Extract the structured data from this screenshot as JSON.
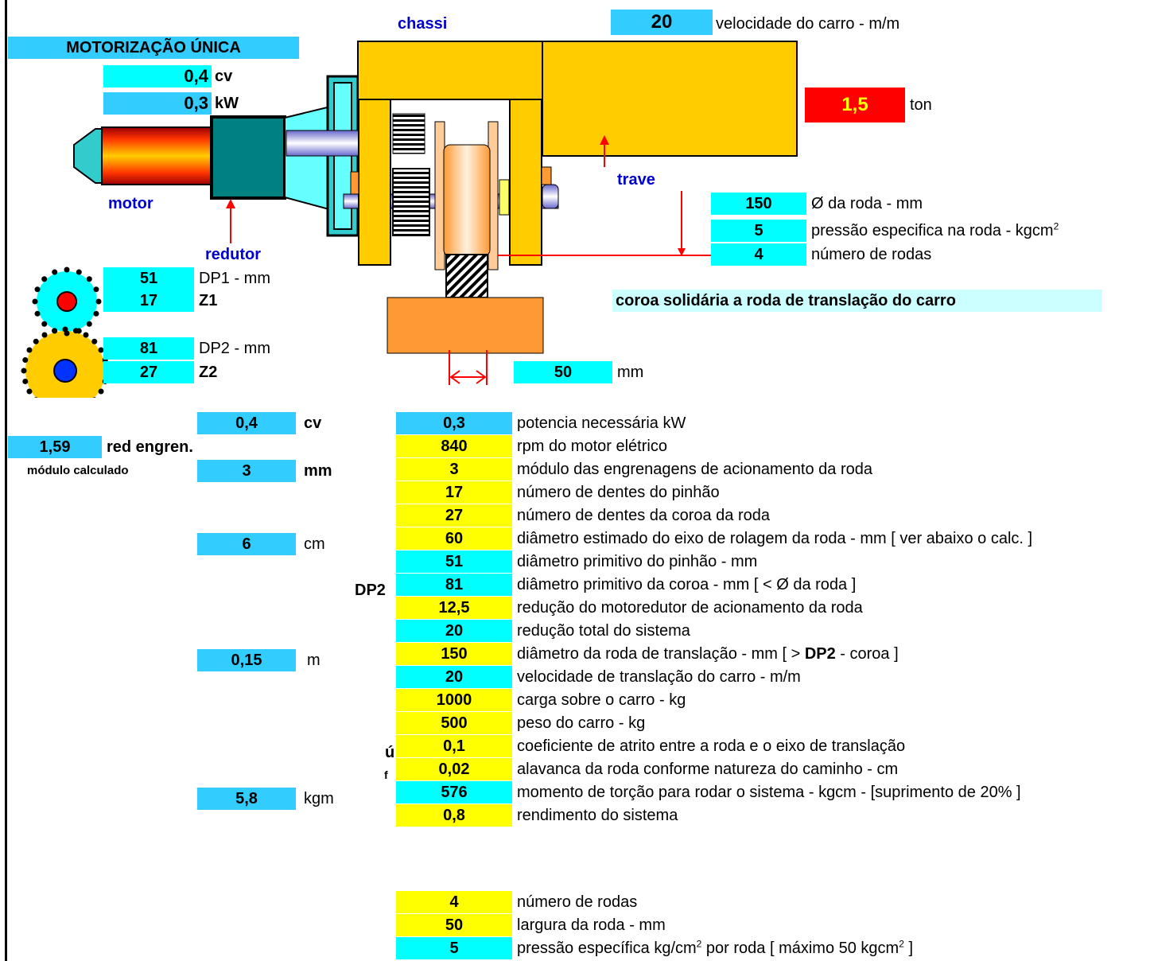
{
  "diagram": {
    "title": "MOTORIZAÇÃO ÚNICA",
    "cv_value": "0,4",
    "cv_unit": "cv",
    "kw_value": "0,3",
    "kw_unit": "kW",
    "chassi_label": "chassi",
    "speed_value": "20",
    "speed_label": "velocidade do carro - m/m",
    "load_value": "1,5",
    "load_unit": "ton",
    "trave_label": "trave",
    "motor_label": "motor",
    "redutor_label": "redutor",
    "wheel_diameter_value": "150",
    "wheel_diameter_label": "Ø da roda - mm",
    "wheel_pressure_value": "5",
    "wheel_pressure_label": "pressão especifica na roda  - kgcm",
    "wheel_pressure_sup": "2",
    "wheel_count_value": "4",
    "wheel_count_label": "número de rodas",
    "coroa_note": "coroa solidária a roda de translação do carro",
    "dp1_value": "51",
    "dp1_label": "DP1 - mm",
    "z1_value": "17",
    "z1_label": "Z1",
    "dp2_value": "81",
    "dp2_label": "DP2 - mm",
    "z2_value": "27",
    "z2_label": "Z2",
    "width_value": "50",
    "width_unit": "mm"
  },
  "left": {
    "cv_value": "0,4",
    "cv_unit": "cv",
    "red_value": "1,59",
    "red_label": "red engren.",
    "modulo_label": "módulo calculado",
    "modulo_value": "3",
    "modulo_unit": "mm",
    "eixo_value": "6",
    "eixo_unit": "cm",
    "dp2_tag": "DP2",
    "roda_value": "0,15",
    "roda_unit": "m",
    "mu_tag": "ú",
    "f_tag": "f",
    "momento_value": "5,8",
    "momento_unit": "kgm"
  },
  "rows": [
    {
      "value": "0,3",
      "label": "potencia  necessária  kW",
      "color": "#33CCFF"
    },
    {
      "value": "840",
      "label": "rpm do motor elétrico",
      "color": "#FFFF00"
    },
    {
      "value": "3",
      "label": "módulo das engrenagens de acionamento da roda",
      "color": "#FFFF00"
    },
    {
      "value": "17",
      "label": "número de dentes do pinhão",
      "color": "#FFFF00"
    },
    {
      "value": "27",
      "label": "número de dentes da coroa da roda",
      "color": "#FFFF00"
    },
    {
      "value": "60",
      "label": "diâmetro estimado do eixo de rolagem da roda - mm [ ver abaixo o calc. ]",
      "color": "#FFFF00"
    },
    {
      "value": "51",
      "label": "diâmetro primitivo do pinhão - mm",
      "color": "#00FFFF"
    },
    {
      "value": "81",
      "label": "diâmetro primitivo da coroa - mm [ < Ø da roda ]",
      "color": "#00FFFF"
    },
    {
      "value": "12,5",
      "label": "redução do  motoredutor de acionamento da roda",
      "color": "#FFFF00"
    },
    {
      "value": "20",
      "label": "redução total do sistema",
      "color": "#00FFFF"
    },
    {
      "value": "150",
      "label_a": "diâmetro da roda de translação - mm [ >  ",
      "label_b": "DP2",
      "label_c": " - coroa ]",
      "color": "#FFFF00"
    },
    {
      "value": "20",
      "label": "velocidade de translação do carro  - m/m",
      "color": "#00FFFF"
    },
    {
      "value": "1000",
      "label": "carga sobre o carro - kg",
      "color": "#FFFF00"
    },
    {
      "value": "500",
      "label": "peso do carro - kg",
      "color": "#FFFF00"
    },
    {
      "value": "0,1",
      "label": "coeficiente de atrito entre a roda e o eixo de translação",
      "color": "#FFFF00"
    },
    {
      "value": "0,02",
      "label": "alavanca da roda conforme natureza do caminho - cm",
      "color": "#FFFF00"
    },
    {
      "value": "576",
      "label": "momento de torção para rodar o sistema - kgcm - [suprimento de 20% ]",
      "color": "#00FFFF"
    },
    {
      "value": "0,8",
      "label": "rendimento do sistema",
      "color": "#FFFF00"
    }
  ],
  "rows2": [
    {
      "value": "4",
      "label": "número de rodas",
      "color": "#FFFF00"
    },
    {
      "value": "50",
      "label": "largura da roda - mm",
      "color": "#FFFF00"
    },
    {
      "value": "5",
      "label_a": "pressão específica kg/cm",
      "sup1": "2",
      "label_b": " por roda [ máximo 50 kgcm",
      "sup2": "2",
      "label_c": " ]",
      "color": "#00FFFF"
    }
  ]
}
